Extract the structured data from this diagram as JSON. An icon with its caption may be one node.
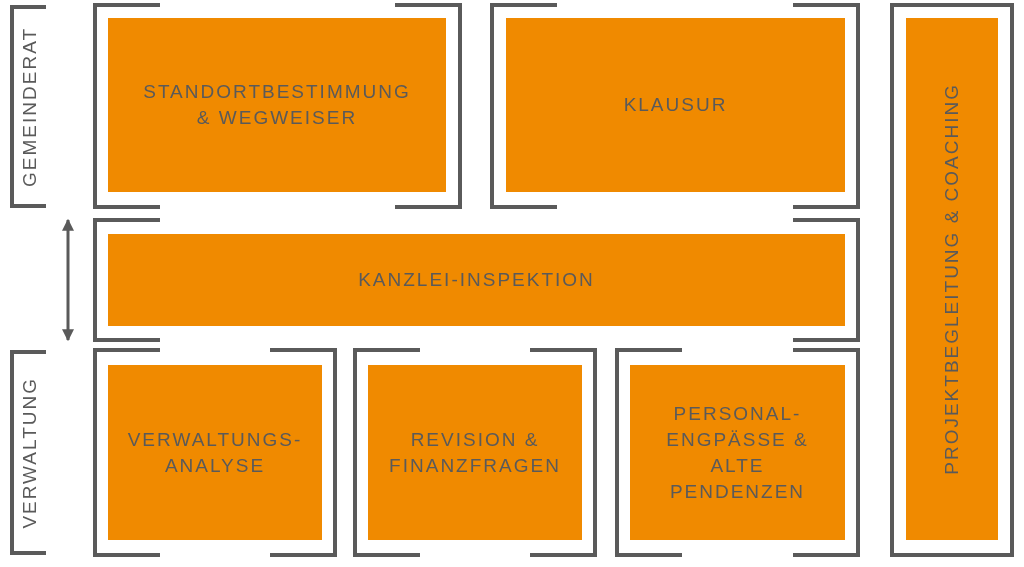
{
  "diagram": {
    "nodes": [
      {
        "text": [
          "GEMEINDERAT"
        ]
      },
      {
        "text": [
          "STANDORTBESTIMMUNG & WEGWEISER"
        ]
      },
      {
        "text": [
          "KLAUSUR"
        ]
      },
      {
        "text": [
          "PROJEKTBEGLEITUNG & COACHING"
        ]
      },
      {
        "text": [
          "KANZLEI-INSPEKTION"
        ]
      },
      {
        "text": [
          "VERWALTUNG"
        ]
      },
      {
        "text": [
          "VERWALTUNGS-ANALYSE"
        ]
      },
      {
        "text": [
          "REVISION & FINANZFRAGEN"
        ]
      },
      {
        "text": [
          "PERSONAL-ENGPÄSSE & ALTE PENDENZEN"
        ]
      }
    ],
    "edges": [
      {
        "from": 0,
        "to": 5,
        "arrow": "both"
      }
    ]
  }
}
